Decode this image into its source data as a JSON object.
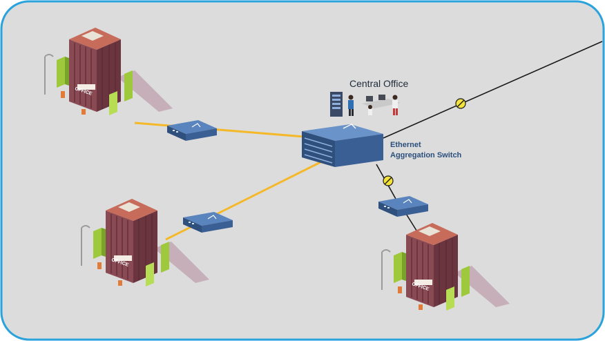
{
  "central_office": {
    "label": "Central Office"
  },
  "aggregation_switch": {
    "line1": "Ethernet",
    "line2": "Aggregation Switch"
  },
  "building_sign": "OFFICE",
  "colors": {
    "frame": "#2aa3dc",
    "background": "#dcdcdc",
    "fiber_link": "#f5b828",
    "uplink": "#1a1a1a",
    "device_blue": "#3a5f94",
    "building_brick": "#8a4a54"
  },
  "icons": [
    "office-building-icon",
    "network-interface-device-icon",
    "aggregation-switch-icon",
    "optical-splice-icon",
    "server-rack-icon",
    "people-at-desk-icon"
  ]
}
